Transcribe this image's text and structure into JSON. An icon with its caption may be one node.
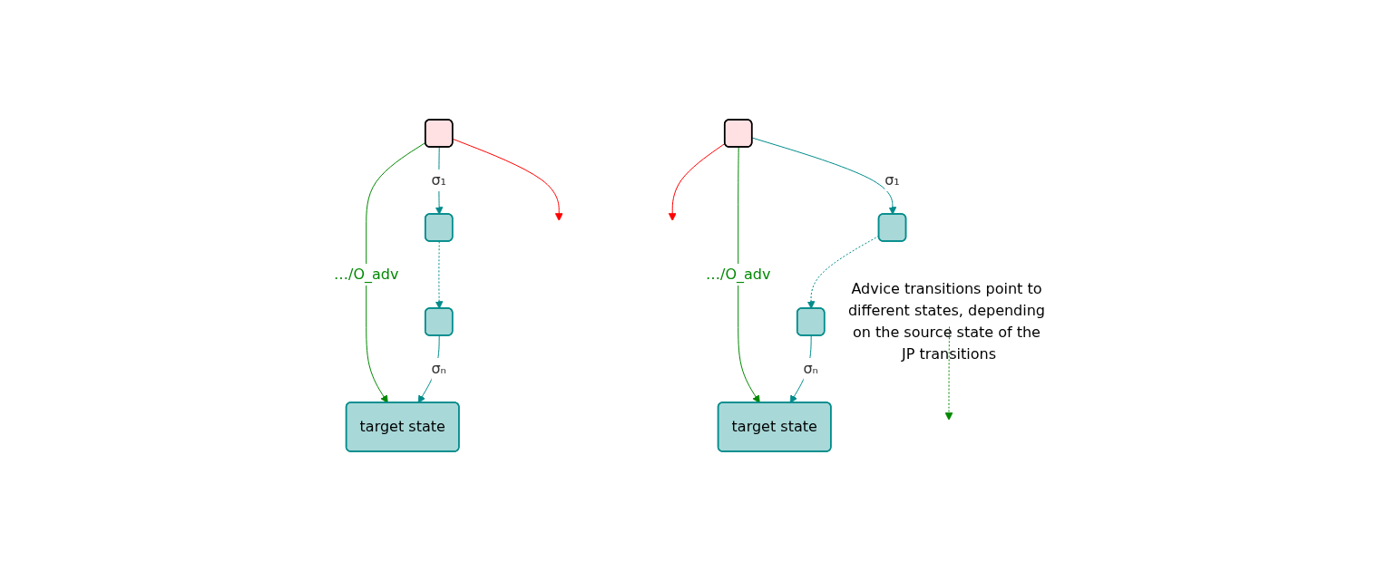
{
  "diagram": {
    "nodes": [
      {
        "text": [],
        "shape": "box"
      },
      {
        "text": [],
        "shape": "box"
      },
      {
        "text": [],
        "shape": "box"
      },
      {
        "text": [
          "target state"
        ]
      },
      {
        "text": [],
        "shape": "box"
      },
      {
        "text": [],
        "shape": "box"
      },
      {
        "text": [],
        "shape": "box"
      },
      {
        "text": [
          "target state"
        ]
      },
      {
        "text": [
          "Advice transitions point to different states, depending on the source state of the JP transitions"
        ]
      }
    ],
    "edges": [
      {
        "from": 0,
        "to": 1,
        "arrow": "to",
        "label": "σ₁"
      },
      {
        "from": 0,
        "to": null,
        "arrow": "to",
        "color": "#ff0000"
      },
      {
        "from": 0,
        "to": 3,
        "arrow": "to",
        "label": "…/O_adv",
        "color": "#008800"
      },
      {
        "from": 1,
        "to": 2,
        "arrow": "to",
        "style": "dashed"
      },
      {
        "from": 2,
        "to": 3,
        "arrow": "to",
        "label": "σₙ"
      },
      {
        "from": 4,
        "to": 5,
        "arrow": "to",
        "label": "σ₁"
      },
      {
        "from": 4,
        "to": null,
        "arrow": "to",
        "color": "#ff0000"
      },
      {
        "from": 4,
        "to": 7,
        "arrow": "to",
        "label": "…/O_adv",
        "color": "#008800"
      },
      {
        "from": 5,
        "to": 6,
        "arrow": "to",
        "style": "dashed"
      },
      {
        "from": 6,
        "to": 7,
        "arrow": "to",
        "label": "σₙ"
      },
      {
        "from": 8,
        "to": null,
        "arrow": "to",
        "style": "dashed",
        "color": "#008800"
      }
    ]
  }
}
